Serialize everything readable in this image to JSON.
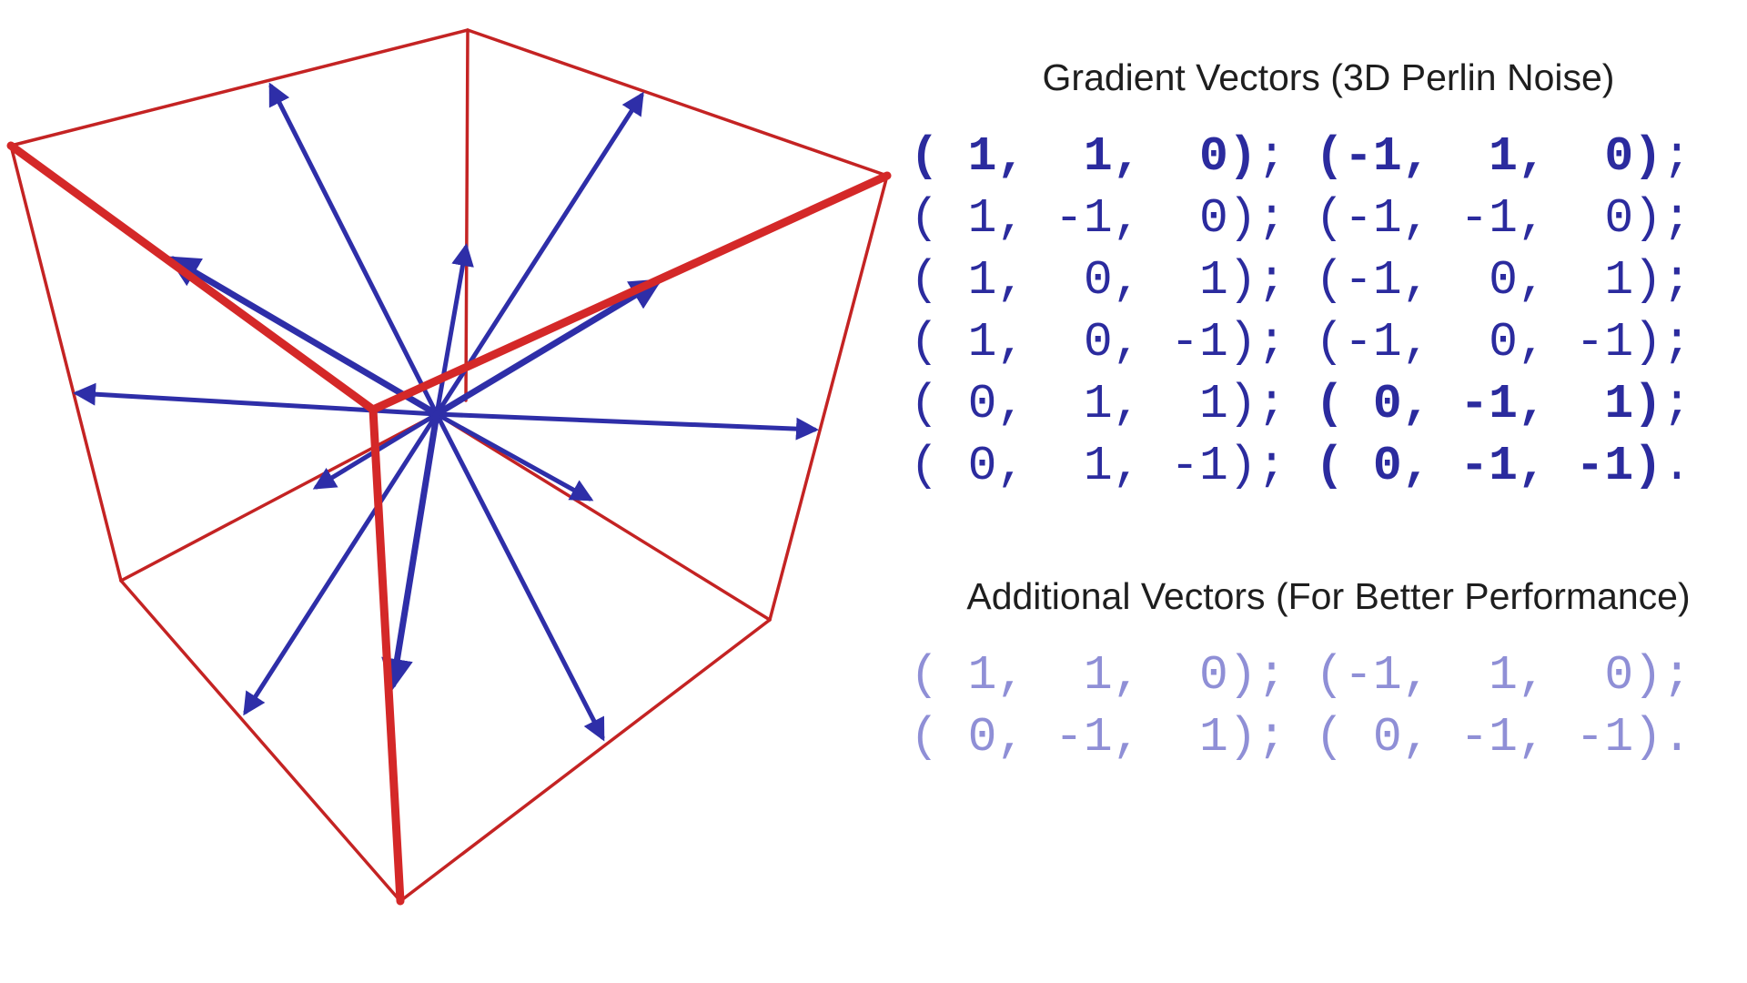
{
  "colors": {
    "cube_edge": "#d42828",
    "arrow": "#2e2ea8",
    "vector_text": "#2b2b9e",
    "vector_text_faded": "#8f8fd6",
    "heading_text": "#1e1e1e"
  },
  "gradient_section": {
    "title": "Gradient Vectors (3D Perlin Noise)",
    "rows": [
      {
        "left": "( 1,  1,  0)",
        "left_bold": true,
        "sep": "; ",
        "right": "(-1,  1,  0)",
        "right_bold": true,
        "end": ";"
      },
      {
        "left": "( 1, -1,  0)",
        "left_bold": false,
        "sep": "; ",
        "right": "(-1, -1,  0)",
        "right_bold": false,
        "end": ";"
      },
      {
        "left": "( 1,  0,  1)",
        "left_bold": false,
        "sep": "; ",
        "right": "(-1,  0,  1)",
        "right_bold": false,
        "end": ";"
      },
      {
        "left": "( 1,  0, -1)",
        "left_bold": false,
        "sep": "; ",
        "right": "(-1,  0, -1)",
        "right_bold": false,
        "end": ";"
      },
      {
        "left": "( 0,  1,  1)",
        "left_bold": false,
        "sep": "; ",
        "right": "( 0, -1,  1)",
        "right_bold": true,
        "end": ";"
      },
      {
        "left": "( 0,  1, -1)",
        "left_bold": false,
        "sep": "; ",
        "right": "( 0, -1, -1)",
        "right_bold": true,
        "end": "."
      }
    ]
  },
  "additional_section": {
    "title": "Additional Vectors (For Better Performance)",
    "rows": [
      {
        "left": "( 1,  1,  0)",
        "left_bold": false,
        "sep": "; ",
        "right": "(-1,  1,  0)",
        "right_bold": false,
        "end": ";"
      },
      {
        "left": "( 0, -1,  1)",
        "left_bold": false,
        "sep": "; ",
        "right": "( 0, -1, -1)",
        "right_bold": false,
        "end": "."
      }
    ]
  }
}
